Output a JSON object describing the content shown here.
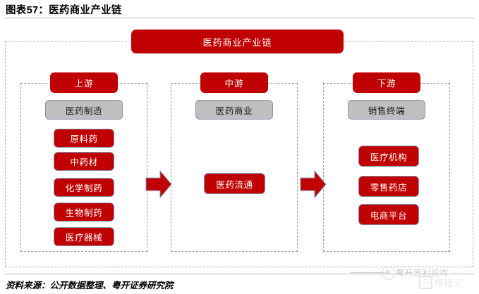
{
  "title": "图表57：医药商业产业链",
  "banner": {
    "label": "医药商业产业链"
  },
  "columns": [
    {
      "key": "upstream",
      "head": "上游",
      "gray": "医药制造",
      "items": [
        "原料药",
        "中药材",
        "化学制药",
        "生物制药",
        "医疗器械"
      ]
    },
    {
      "key": "midstream",
      "head": "中游",
      "gray": "医药商业",
      "items": [
        "医药流通"
      ]
    },
    {
      "key": "downstream",
      "head": "下游",
      "gray": "销售终端",
      "items": [
        "医疗机构",
        "零售药店",
        "电商平台"
      ]
    }
  ],
  "arrows": [
    {
      "name": "arrow-upstream-to-midstream",
      "direction": "right"
    },
    {
      "name": "arrow-midstream-to-downstream",
      "direction": "right"
    }
  ],
  "footer": {
    "source": "资料来源：公开数据整理、粤开证券研究院"
  },
  "watermark": {
    "text": "粤开崇利论市",
    "logo": "格隆汇",
    "logo_mark": "G"
  },
  "colors": {
    "red": "#c00000",
    "gray_box": "#bfbfbf",
    "box_border": "#8496b0",
    "dashed": "#9a9a9a",
    "outer_dashed": "#b0b0b0"
  }
}
